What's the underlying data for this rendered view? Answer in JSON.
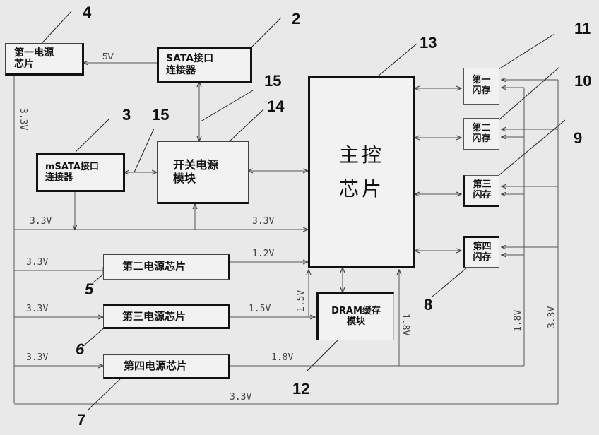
{
  "blocks": {
    "power1": {
      "line1": "第一电源",
      "line2": "芯片"
    },
    "sata": {
      "line1": "SATA接口",
      "line2": "连接器"
    },
    "msata": {
      "line1": "mSATA接口",
      "line2": "连接器"
    },
    "switch_power": {
      "line1": "开关电源",
      "line2": "模块"
    },
    "controller": {
      "line1": "主控",
      "line2": "芯片"
    },
    "power2": {
      "line1": "第二电源芯片"
    },
    "power3": {
      "line1": "第三电源芯片"
    },
    "power4": {
      "line1": "第四电源芯片"
    },
    "dram": {
      "line1": "DRAM缓存",
      "line2": "模块"
    },
    "flash1": {
      "line1": "第一",
      "line2": "闪存"
    },
    "flash2": {
      "line1": "第二",
      "line2": "闪存"
    },
    "flash3": {
      "line1": "第三",
      "line2": "闪存"
    },
    "flash4": {
      "line1": "第四",
      "line2": "闪存"
    }
  },
  "voltages": {
    "sata_to_power1": "5V",
    "left_rail": "3.3V",
    "rail_33_left": "3.3V",
    "rail_33_right": "3.3V",
    "in_power2": "3.3V",
    "out_power2": "1.2V",
    "in_power3": "3.3V",
    "out_power3": "1.5V",
    "dram_15": "1.5V",
    "in_power4": "3.3V",
    "out_power4": "1.8V",
    "ctrl_18": "1.8V",
    "flash_18": "1.8V",
    "flash_33": "3.3V",
    "bottom_33": "3.3V"
  },
  "callouts": {
    "n2": "2",
    "n3": "3",
    "n4": "4",
    "n5": "5",
    "n6": "6",
    "n7": "7",
    "n8": "8",
    "n9": "9",
    "n10": "10",
    "n11": "11",
    "n12": "12",
    "n13": "13",
    "n14": "14",
    "n15a": "15",
    "n15b": "15"
  }
}
